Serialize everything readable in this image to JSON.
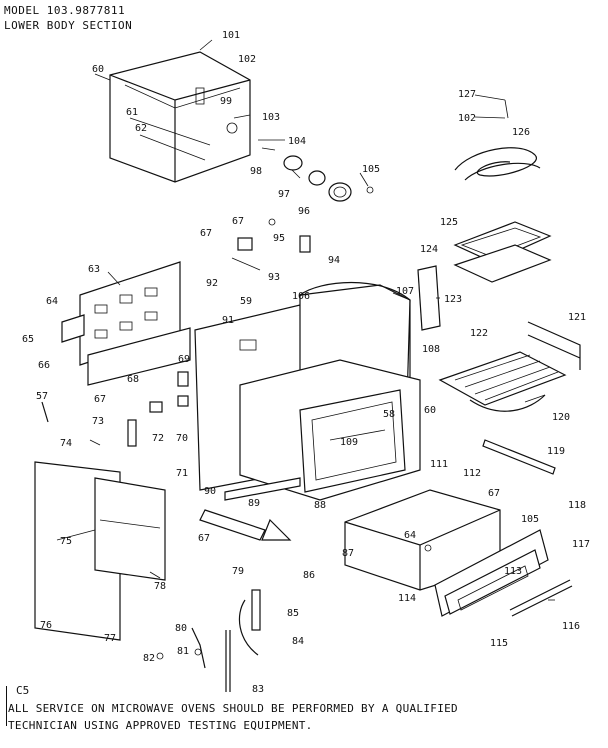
{
  "header": {
    "model": "MODEL 103.9877811",
    "section": "LOWER BODY SECTION"
  },
  "footer": {
    "code": "C5",
    "notice_line1": "ALL SERVICE ON MICROWAVE OVENS SHOULD BE PERFORMED BY A QUALIFIED",
    "notice_line2": "TECHNICIAN USING APPROVED TESTING EQUIPMENT."
  },
  "callouts": {
    "c101": "101",
    "c102a": "102",
    "c60a": "60",
    "c99": "99",
    "c61": "61",
    "c62": "62",
    "c103": "103",
    "c104": "104",
    "c98": "98",
    "c97": "97",
    "c96": "96",
    "c105a": "105",
    "c127": "127",
    "c102b": "102",
    "c126": "126",
    "c67a": "67",
    "c67b": "67",
    "c95": "95",
    "c94": "94",
    "c93": "93",
    "c92": "92",
    "c125": "125",
    "c124": "124",
    "c63": "63",
    "c64a": "64",
    "c65": "65",
    "c59": "59",
    "c106": "106",
    "c107": "107",
    "c123": "123",
    "c91": "91",
    "c69": "69",
    "c66": "66",
    "c68": "68",
    "c108": "108",
    "c122": "122",
    "c121": "121",
    "c57": "57",
    "c67c": "67",
    "c73": "73",
    "c72": "72",
    "c70": "70",
    "c58": "58",
    "c60b": "60",
    "c109": "109",
    "c120": "120",
    "c74": "74",
    "c71": "71",
    "c111": "111",
    "c119": "119",
    "c112": "112",
    "c90": "90",
    "c67d": "67",
    "c118": "118",
    "c89": "89",
    "c88": "88",
    "c105b": "105",
    "c75": "75",
    "c87": "87",
    "c64b": "64",
    "c67e": "67",
    "c117": "117",
    "c78": "78",
    "c79": "79",
    "c86": "86",
    "c113": "113",
    "c114": "114",
    "c116": "116",
    "c76": "76",
    "c85": "85",
    "c77": "77",
    "c80": "80",
    "c84": "84",
    "c115": "115",
    "c81": "81",
    "c82": "82",
    "c83": "83"
  }
}
